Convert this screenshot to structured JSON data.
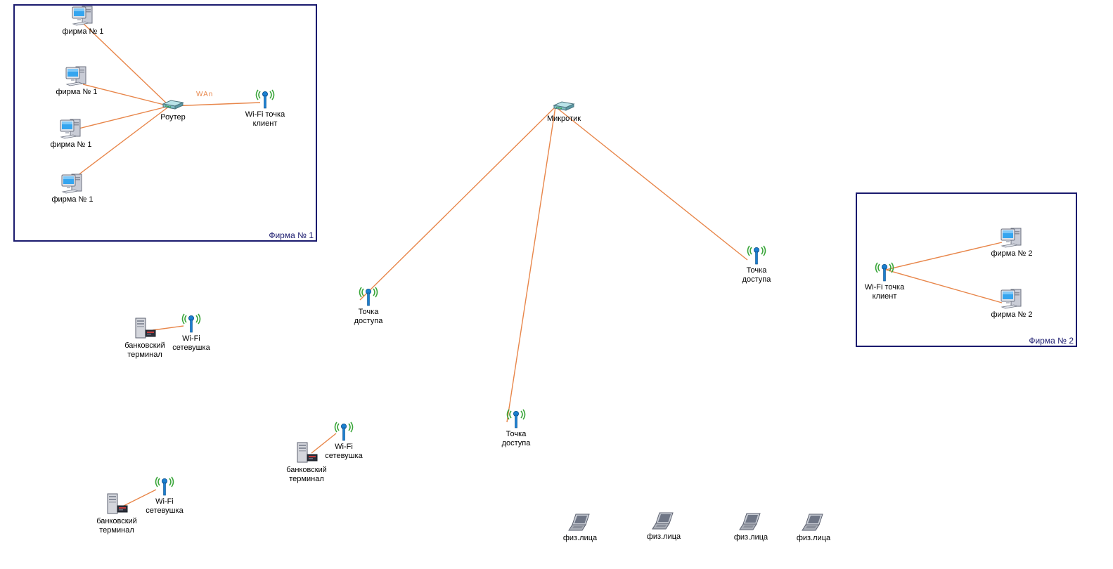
{
  "groups": {
    "firm1": {
      "title": "Фирма № 1"
    },
    "firm2": {
      "title": "Фирма № 2"
    }
  },
  "edge_labels": {
    "wan": "WAn"
  },
  "nodes": {
    "f1_pc1": {
      "label": "фирма № 1",
      "icon": "desktop-computer-icon"
    },
    "f1_pc2": {
      "label": "фирма № 1",
      "icon": "desktop-computer-icon"
    },
    "f1_pc3": {
      "label": "фирма № 1",
      "icon": "desktop-computer-icon"
    },
    "f1_pc4": {
      "label": "фирма № 1",
      "icon": "desktop-computer-icon"
    },
    "f1_router": {
      "label": "Роутер",
      "icon": "router-icon"
    },
    "f1_wifi_client": {
      "label": "Wi-Fi точка\nклиент",
      "icon": "wireless-antenna-icon"
    },
    "mikrotik": {
      "label": "Микротик",
      "icon": "router-icon"
    },
    "ap_left": {
      "label": "Точка\nдоступа",
      "icon": "wireless-antenna-icon"
    },
    "ap_right": {
      "label": "Точка\nдоступа",
      "icon": "wireless-antenna-icon"
    },
    "ap_bottom": {
      "label": "Точка\nдоступа",
      "icon": "wireless-antenna-icon"
    },
    "f2_wifi_client": {
      "label": "Wi-Fi точка\nклиент",
      "icon": "wireless-antenna-icon"
    },
    "f2_pc1": {
      "label": "фирма № 2",
      "icon": "desktop-computer-icon"
    },
    "f2_pc2": {
      "label": "фирма № 2",
      "icon": "desktop-computer-icon"
    },
    "term1": {
      "label": "банковский\nтерминал",
      "icon": "server-tower-icon"
    },
    "term1_wifi": {
      "label": "Wi-Fi\nсетевушка",
      "icon": "wireless-antenna-icon"
    },
    "term2": {
      "label": "банковский\nтерминал",
      "icon": "server-tower-icon"
    },
    "term2_wifi": {
      "label": "Wi-Fi\nсетевушка",
      "icon": "wireless-antenna-icon"
    },
    "term3": {
      "label": "банковский\nтерминал",
      "icon": "server-tower-icon"
    },
    "term3_wifi": {
      "label": "Wi-Fi\nсетевушка",
      "icon": "wireless-antenna-icon"
    },
    "laptop1": {
      "label": "физ.лица",
      "icon": "laptop-icon"
    },
    "laptop2": {
      "label": "физ.лица",
      "icon": "laptop-icon"
    },
    "laptop3": {
      "label": "физ.лица",
      "icon": "laptop-icon"
    },
    "laptop4": {
      "label": "физ.лица",
      "icon": "laptop-icon"
    }
  },
  "links": [
    [
      "f1_pc1",
      "f1_router"
    ],
    [
      "f1_pc2",
      "f1_router"
    ],
    [
      "f1_pc3",
      "f1_router"
    ],
    [
      "f1_pc4",
      "f1_router"
    ],
    [
      "f1_router",
      "f1_wifi_client"
    ],
    [
      "mikrotik",
      "ap_left"
    ],
    [
      "mikrotik",
      "ap_right"
    ],
    [
      "mikrotik",
      "ap_bottom"
    ],
    [
      "f2_wifi_client",
      "f2_pc1"
    ],
    [
      "f2_wifi_client",
      "f2_pc2"
    ],
    [
      "term1",
      "term1_wifi"
    ],
    [
      "term2",
      "term2_wifi"
    ],
    [
      "term3",
      "term3_wifi"
    ]
  ],
  "colors": {
    "link": "#e8864a",
    "group_border": "#1a1a6e",
    "antenna_waves": "#3aa63a",
    "antenna_body": "#1b7fd0"
  }
}
